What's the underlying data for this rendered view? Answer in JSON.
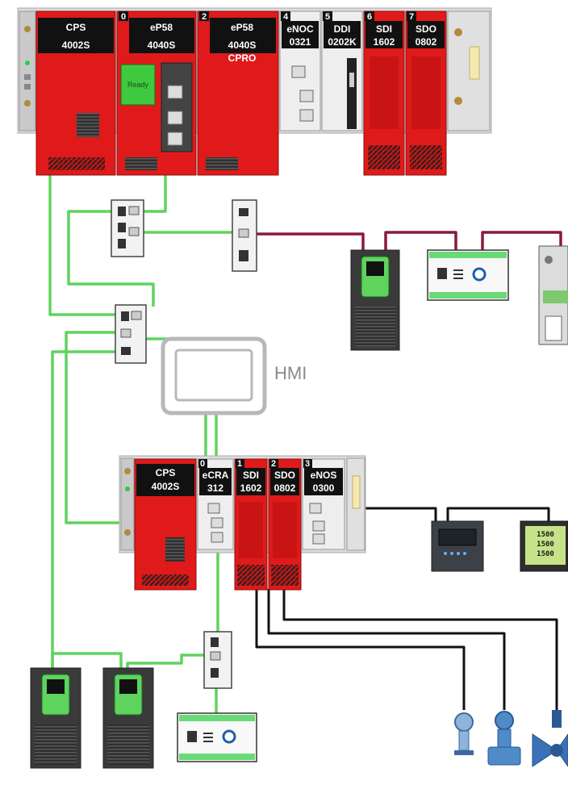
{
  "colors": {
    "eth_green": "#5fd35f",
    "drive_link": "#8b1a3a",
    "rio_link": "#111111",
    "red": "#e01a1a",
    "dark_red": "#b31010",
    "frame": "#d8d8d8"
  },
  "main_rack": {
    "modules": [
      {
        "slot": "",
        "line1": "CPS",
        "line2": "4002S"
      },
      {
        "slot": "0",
        "line1": "eP58",
        "line2": "4040S"
      },
      {
        "slot": "2",
        "line1": "eP58",
        "line2": "4040S",
        "line3": "CPRO"
      },
      {
        "slot": "4",
        "line1": "eNOC",
        "line2": "0321"
      },
      {
        "slot": "5",
        "line1": "DDI",
        "line2": "0202K"
      },
      {
        "slot": "6",
        "line1": "SDI",
        "line2": "1602"
      },
      {
        "slot": "7",
        "line1": "SDO",
        "line2": "0802"
      }
    ],
    "cpu_badge": "Ready"
  },
  "remote_rack": {
    "modules": [
      {
        "slot": "",
        "line1": "CPS",
        "line2": "4002S"
      },
      {
        "slot": "0",
        "line1": "eCRA",
        "line2": "312"
      },
      {
        "slot": "1",
        "line1": "SDI",
        "line2": "1602"
      },
      {
        "slot": "2",
        "line1": "SDO",
        "line2": "0802"
      },
      {
        "slot": "3",
        "line1": "eNOS",
        "line2": "0300"
      }
    ]
  },
  "hmi": {
    "label": "HMI"
  },
  "devices": {
    "power_meter_lines": [
      "1500",
      "1500",
      "1500"
    ]
  }
}
